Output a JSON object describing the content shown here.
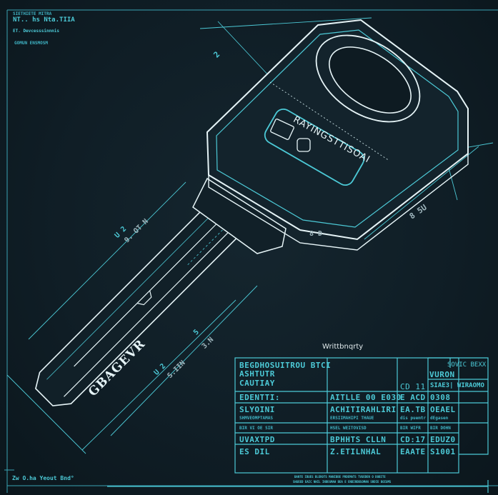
{
  "header": {
    "line0": "SIETHIETE MITRA",
    "line1": "NT.. hs Nta.TIIA",
    "line2": "ET. Devcesssinnnis",
    "line3": "GOMUN ENSMOSM"
  },
  "key": {
    "head_label": "RAYINGSTTISOAI",
    "blade_label": "GBAGEVR"
  },
  "dimensions": {
    "d1": "U 2",
    "d2": "9. OT N",
    "d3": "U 2",
    "d4": "S.IIN",
    "d5": "5",
    "d6": "3.N",
    "d7": "8 5U",
    "d8": "8 D",
    "d9": "2"
  },
  "title_block": {
    "title": "Writtbnqrty",
    "corner_title": "SOVIC BEXX",
    "rows": [
      [
        "BEGDHOSUITROU BTCI",
        "",
        "",
        "VURON"
      ],
      [
        "ASHTUTR",
        "",
        "",
        ""
      ],
      [
        "CAUTIAY",
        "",
        "CD 11",
        "SIAE3|  WIRAOMO"
      ],
      [
        "EDENTTI:",
        "AITLLE 00 E030",
        "E ACD",
        "0308"
      ],
      [
        "SLYOINI",
        "ACHITIRAHLIRI",
        "EA.TB",
        "OEAEL"
      ],
      [
        "SHMVEOMPTAMAS",
        "ERSIIMAHIPI THAUE",
        "dis puemtr",
        "dEgasen"
      ],
      [
        "BIR VI OE SIR",
        "HSEL  WEITOVISD",
        "BIR WIFR",
        "BIR DOHN"
      ],
      [
        "UVAXTPD",
        "BPHHTS CLLN",
        "CD:17",
        "EDUZ0"
      ],
      [
        "ES DIL",
        "Z.ETILNHAL",
        "EAATE",
        "S1001"
      ]
    ],
    "footnote1": "BANTE IBUES BLEROTS MANIBBE PRDEMATS TVUEDEN O DOBITE",
    "footnote2": "SHUEED EAIC NHIL INDEGMAH BEA E ENBIRDBSOMAN SRDIE BOIUMS"
  },
  "footer": {
    "label": "Zw O.ha Yeout Bnd°"
  },
  "colors": {
    "background": "#0f1d25",
    "line_white": "#e6f4f7",
    "line_cyan": "#4cc9d6"
  }
}
